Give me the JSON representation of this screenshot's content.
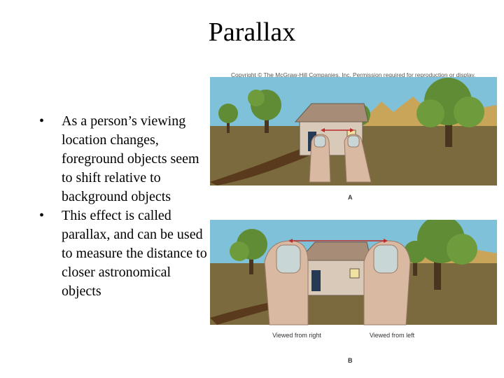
{
  "slide": {
    "title": "Parallax",
    "bullets": [
      "As a person’s viewing location changes, foreground objects seem to shift relative to background objects",
      "This effect is called parallax, and can be used to measure the distance to closer astronomical objects"
    ],
    "bullet_glyph": "•"
  },
  "figure": {
    "copyright": "Copyright © The McGraw-Hill Companies, Inc. Permission required for reproduction or display.",
    "panel_a_label": "A",
    "panel_b_label": "B",
    "viewed_from_right": "Viewed from right",
    "viewed_from_left": "Viewed from left",
    "colors": {
      "sky": "#7fc1d8",
      "ground": "#7a6a3e",
      "path": "#5a3a1c",
      "house_wall": "#d8c9b8",
      "roof": "#a78d78",
      "finger": "#d9b9a2",
      "arrow": "#c0282a",
      "tree": "#5f8c34"
    }
  }
}
